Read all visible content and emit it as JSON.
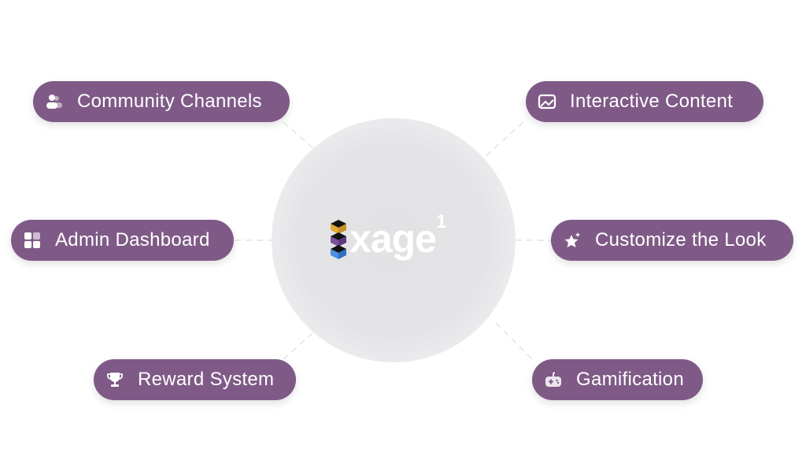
{
  "logo": {
    "text": "xage",
    "superscript": "1"
  },
  "features": [
    {
      "label": "Community Channels",
      "icon": "users-icon"
    },
    {
      "label": "Interactive Content",
      "icon": "image-icon"
    },
    {
      "label": "Admin Dashboard",
      "icon": "grid-icon"
    },
    {
      "label": "Customize the Look",
      "icon": "sparkle-star-icon"
    },
    {
      "label": "Reward System",
      "icon": "trophy-icon"
    },
    {
      "label": "Gamification",
      "icon": "gamepad-icon"
    }
  ],
  "colors": {
    "pill": "#7f5a87",
    "hub": "#e2e2e4"
  }
}
